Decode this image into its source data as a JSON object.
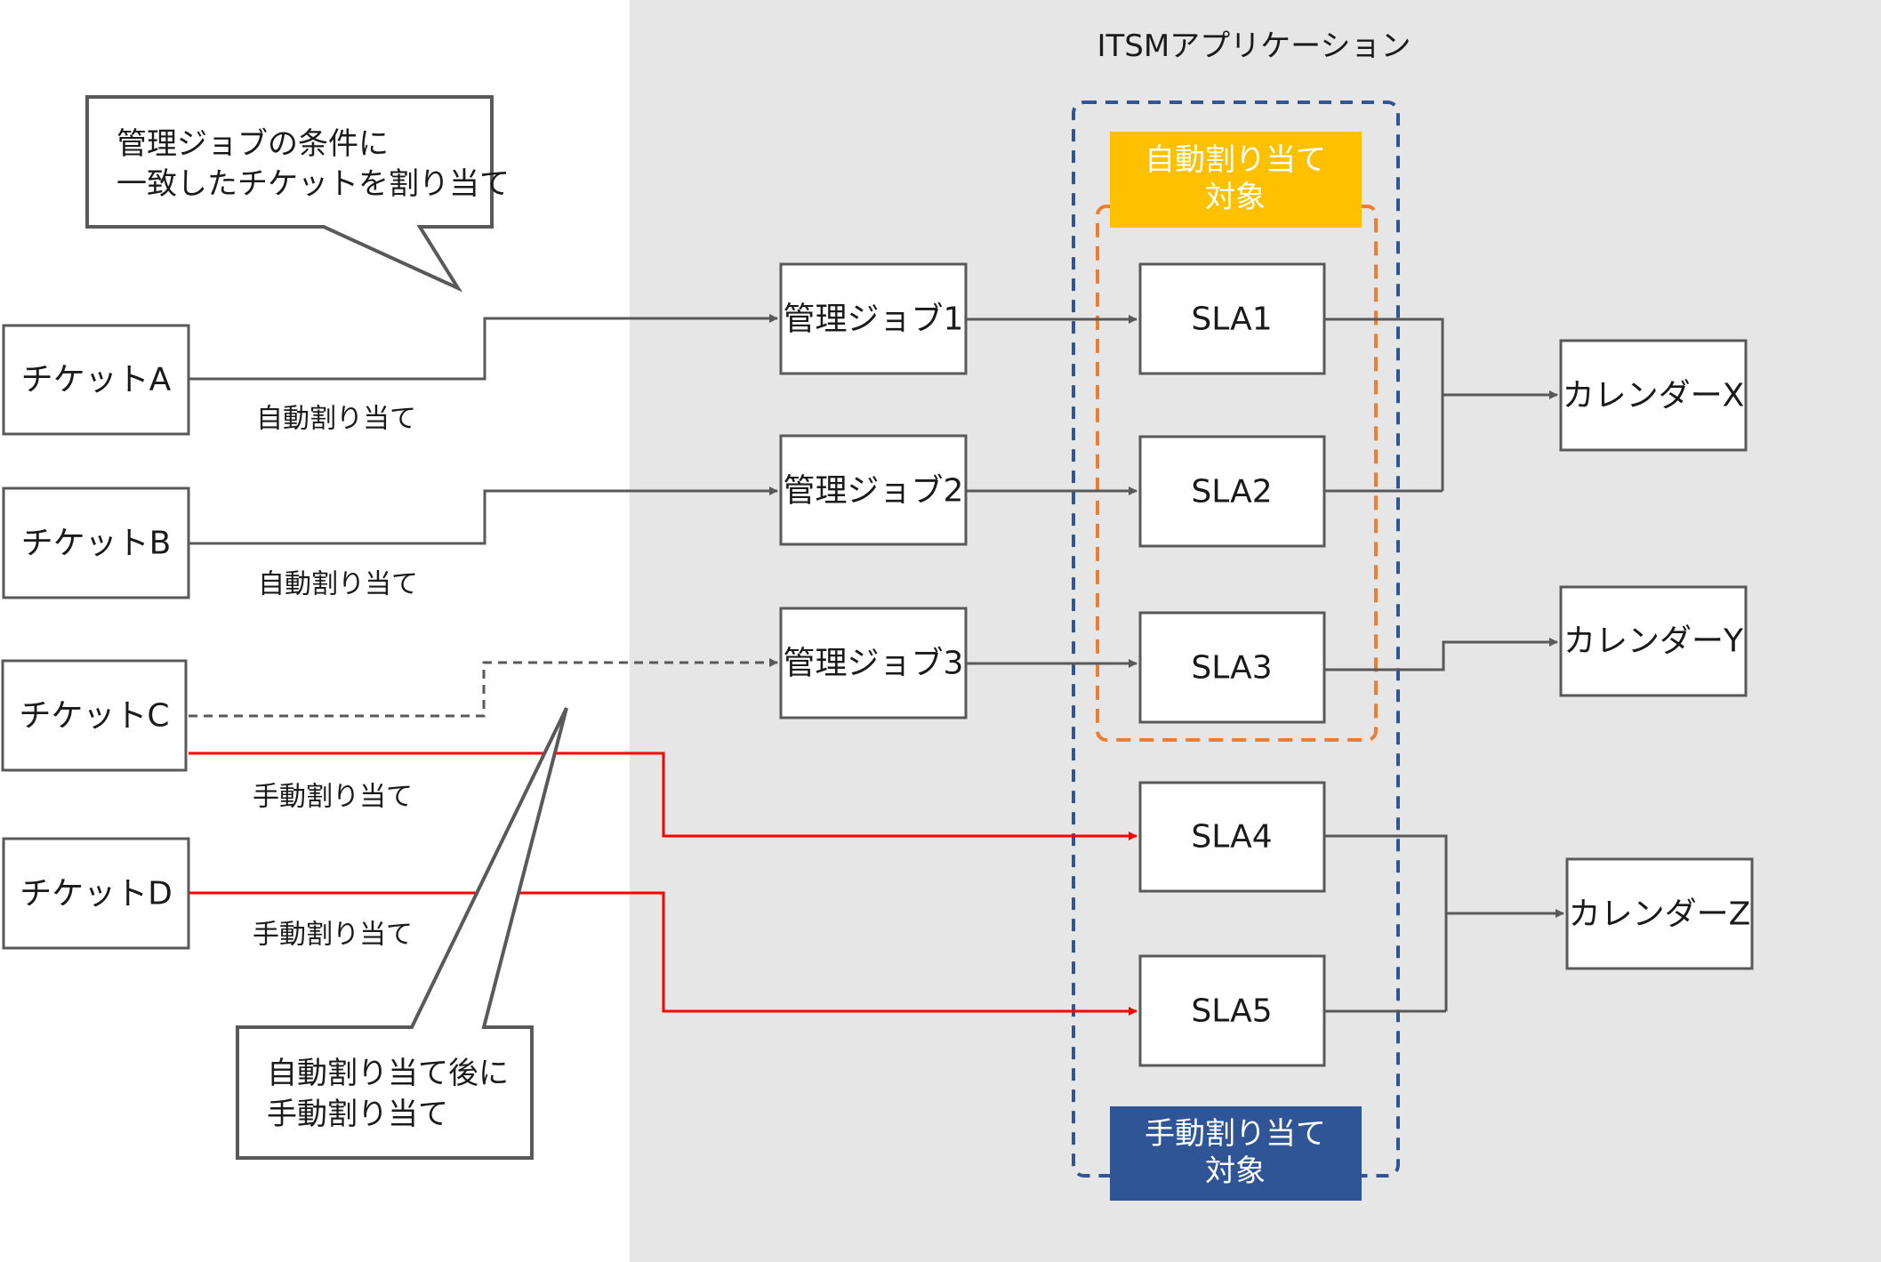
{
  "title": "ITSMアプリケーション",
  "callouts": [
    {
      "lines": [
        "管理ジョブの条件に",
        "一致したチケットを割り当て"
      ]
    },
    {
      "lines": [
        "自動割り当て後に",
        "手動割り当て"
      ]
    }
  ],
  "tickets": [
    "チケットA",
    "チケットB",
    "チケットC",
    "チケットD"
  ],
  "jobs": [
    "管理ジョブ1",
    "管理ジョブ2",
    "管理ジョブ3"
  ],
  "slas": [
    "SLA1",
    "SLA2",
    "SLA3",
    "SLA4",
    "SLA5"
  ],
  "calendars": [
    "カレンダーX",
    "カレンダーY",
    "カレンダーZ"
  ],
  "edge_labels": [
    "自動割り当て",
    "自動割り当て",
    "手動割り当て",
    "手動割り当て"
  ],
  "legend": {
    "auto": [
      "自動割り当て",
      "対象"
    ],
    "manual": [
      "手動割り当て",
      "対象"
    ]
  },
  "colors": {
    "app_background": "#e7e6e6",
    "app_border": "#2f5597",
    "auto_target": "#ffc000",
    "auto_target_border": "#ed7d31",
    "manual_target": "#2f5597",
    "manual_link": "#ff0000",
    "link": "#595959"
  }
}
